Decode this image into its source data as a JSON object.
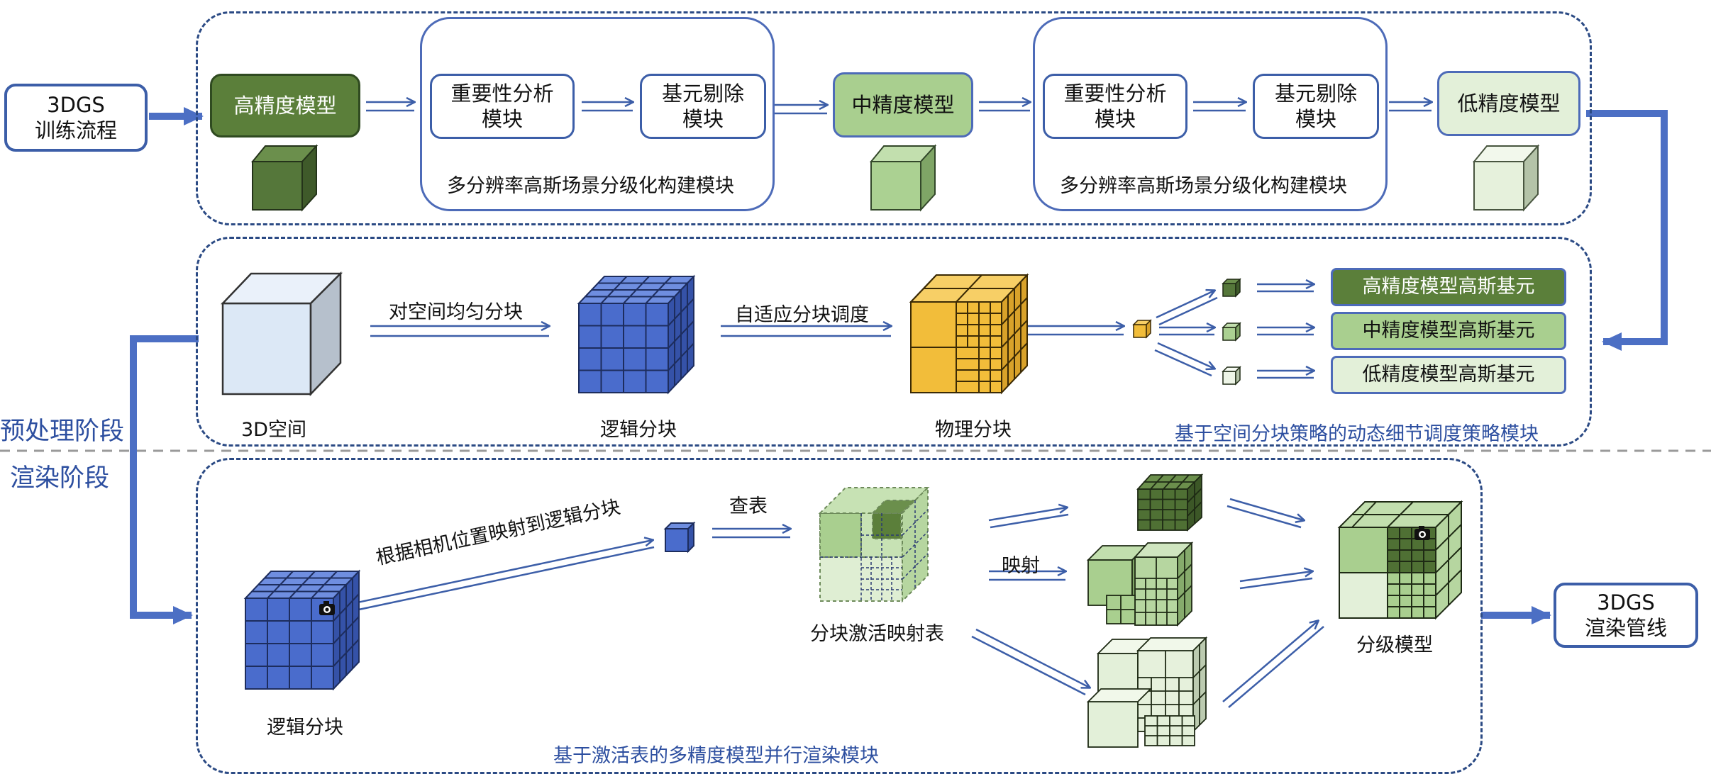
{
  "stages": {
    "preprocess": "预处理阶段",
    "render": "渲染阶段"
  },
  "input": {
    "line1": "3DGS",
    "line2": "训练流程"
  },
  "output": {
    "line1": "3DGS",
    "line2": "渲染管线"
  },
  "top": {
    "high_model": "高精度模型",
    "mid_model": "中精度模型",
    "low_model": "低精度模型",
    "module1": {
      "importance_line1": "重要性分析",
      "importance_line2": "模块",
      "prune_line1": "基元剔除",
      "prune_line2": "模块",
      "caption": "多分辨率高斯场景分级化构建模块"
    },
    "module2": {
      "importance_line1": "重要性分析",
      "importance_line2": "模块",
      "prune_line1": "基元剔除",
      "prune_line2": "模块",
      "caption": "多分辨率高斯场景分级化构建模块"
    }
  },
  "middle": {
    "space_label": "3D空间",
    "arrow1": "对空间均匀分块",
    "logic_label": "逻辑分块",
    "arrow2": "自适应分块调度",
    "physical_label": "物理分块",
    "prim_high": "高精度模型高斯基元",
    "prim_mid": "中精度模型高斯基元",
    "prim_low": "低精度模型高斯基元",
    "caption": "基于空间分块策略的动态细节调度策略模块"
  },
  "bottom": {
    "logic_label": "逻辑分块",
    "map_camera": "根据相机位置映射到逻辑分块",
    "lookup": "查表",
    "table_label": "分块激活映射表",
    "mapping": "映射",
    "hier_label": "分级模型",
    "caption": "基于激活表的多精度模型并行渲染模块"
  },
  "colors": {
    "dark_green": "#5b7f3a",
    "mid_green": "#a9cf8f",
    "light_green": "#e3f0d9",
    "blue_cube": "#4a6ccc",
    "orange_cube": "#f2bd3a",
    "frame": "#2b4a84",
    "flow_arrow": "#4c6fc4"
  }
}
